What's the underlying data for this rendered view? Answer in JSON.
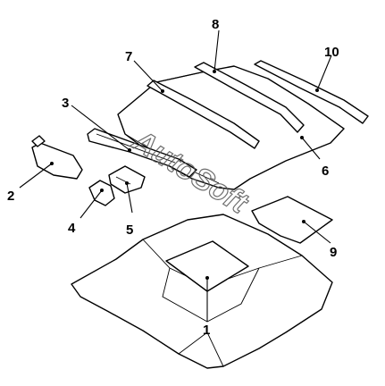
{
  "watermark": "AutoSoft",
  "callouts": [
    {
      "id": "1",
      "label": "1"
    },
    {
      "id": "2",
      "label": "2"
    },
    {
      "id": "3",
      "label": "3"
    },
    {
      "id": "4",
      "label": "4"
    },
    {
      "id": "5",
      "label": "5"
    },
    {
      "id": "6",
      "label": "6"
    },
    {
      "id": "7",
      "label": "7"
    },
    {
      "id": "8",
      "label": "8"
    },
    {
      "id": "9",
      "label": "9"
    },
    {
      "id": "10",
      "label": "10"
    }
  ]
}
